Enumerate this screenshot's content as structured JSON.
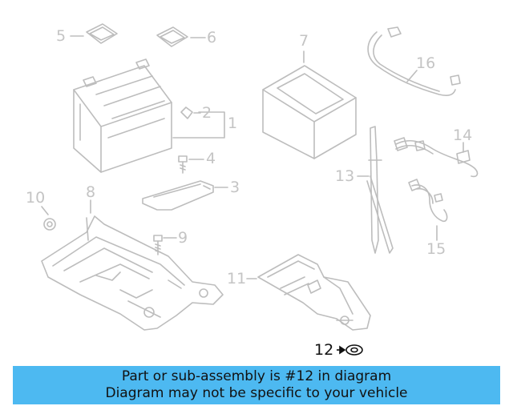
{
  "callouts": {
    "c1": "1",
    "c2": "2",
    "c3": "3",
    "c4": "4",
    "c5": "5",
    "c6": "6",
    "c7": "7",
    "c8": "8",
    "c9": "9",
    "c10": "10",
    "c11": "11",
    "c12": "12",
    "c13": "13",
    "c14": "14",
    "c15": "15",
    "c16": "16"
  },
  "highlighted_part": "12",
  "colors": {
    "part_line": "#bdbdbd",
    "highlight": "#111111",
    "banner_bg": "#4db9f1"
  },
  "banner": {
    "line1": "Part or sub-assembly is #12 in diagram",
    "line2": "Diagram may not be specific to your vehicle"
  }
}
